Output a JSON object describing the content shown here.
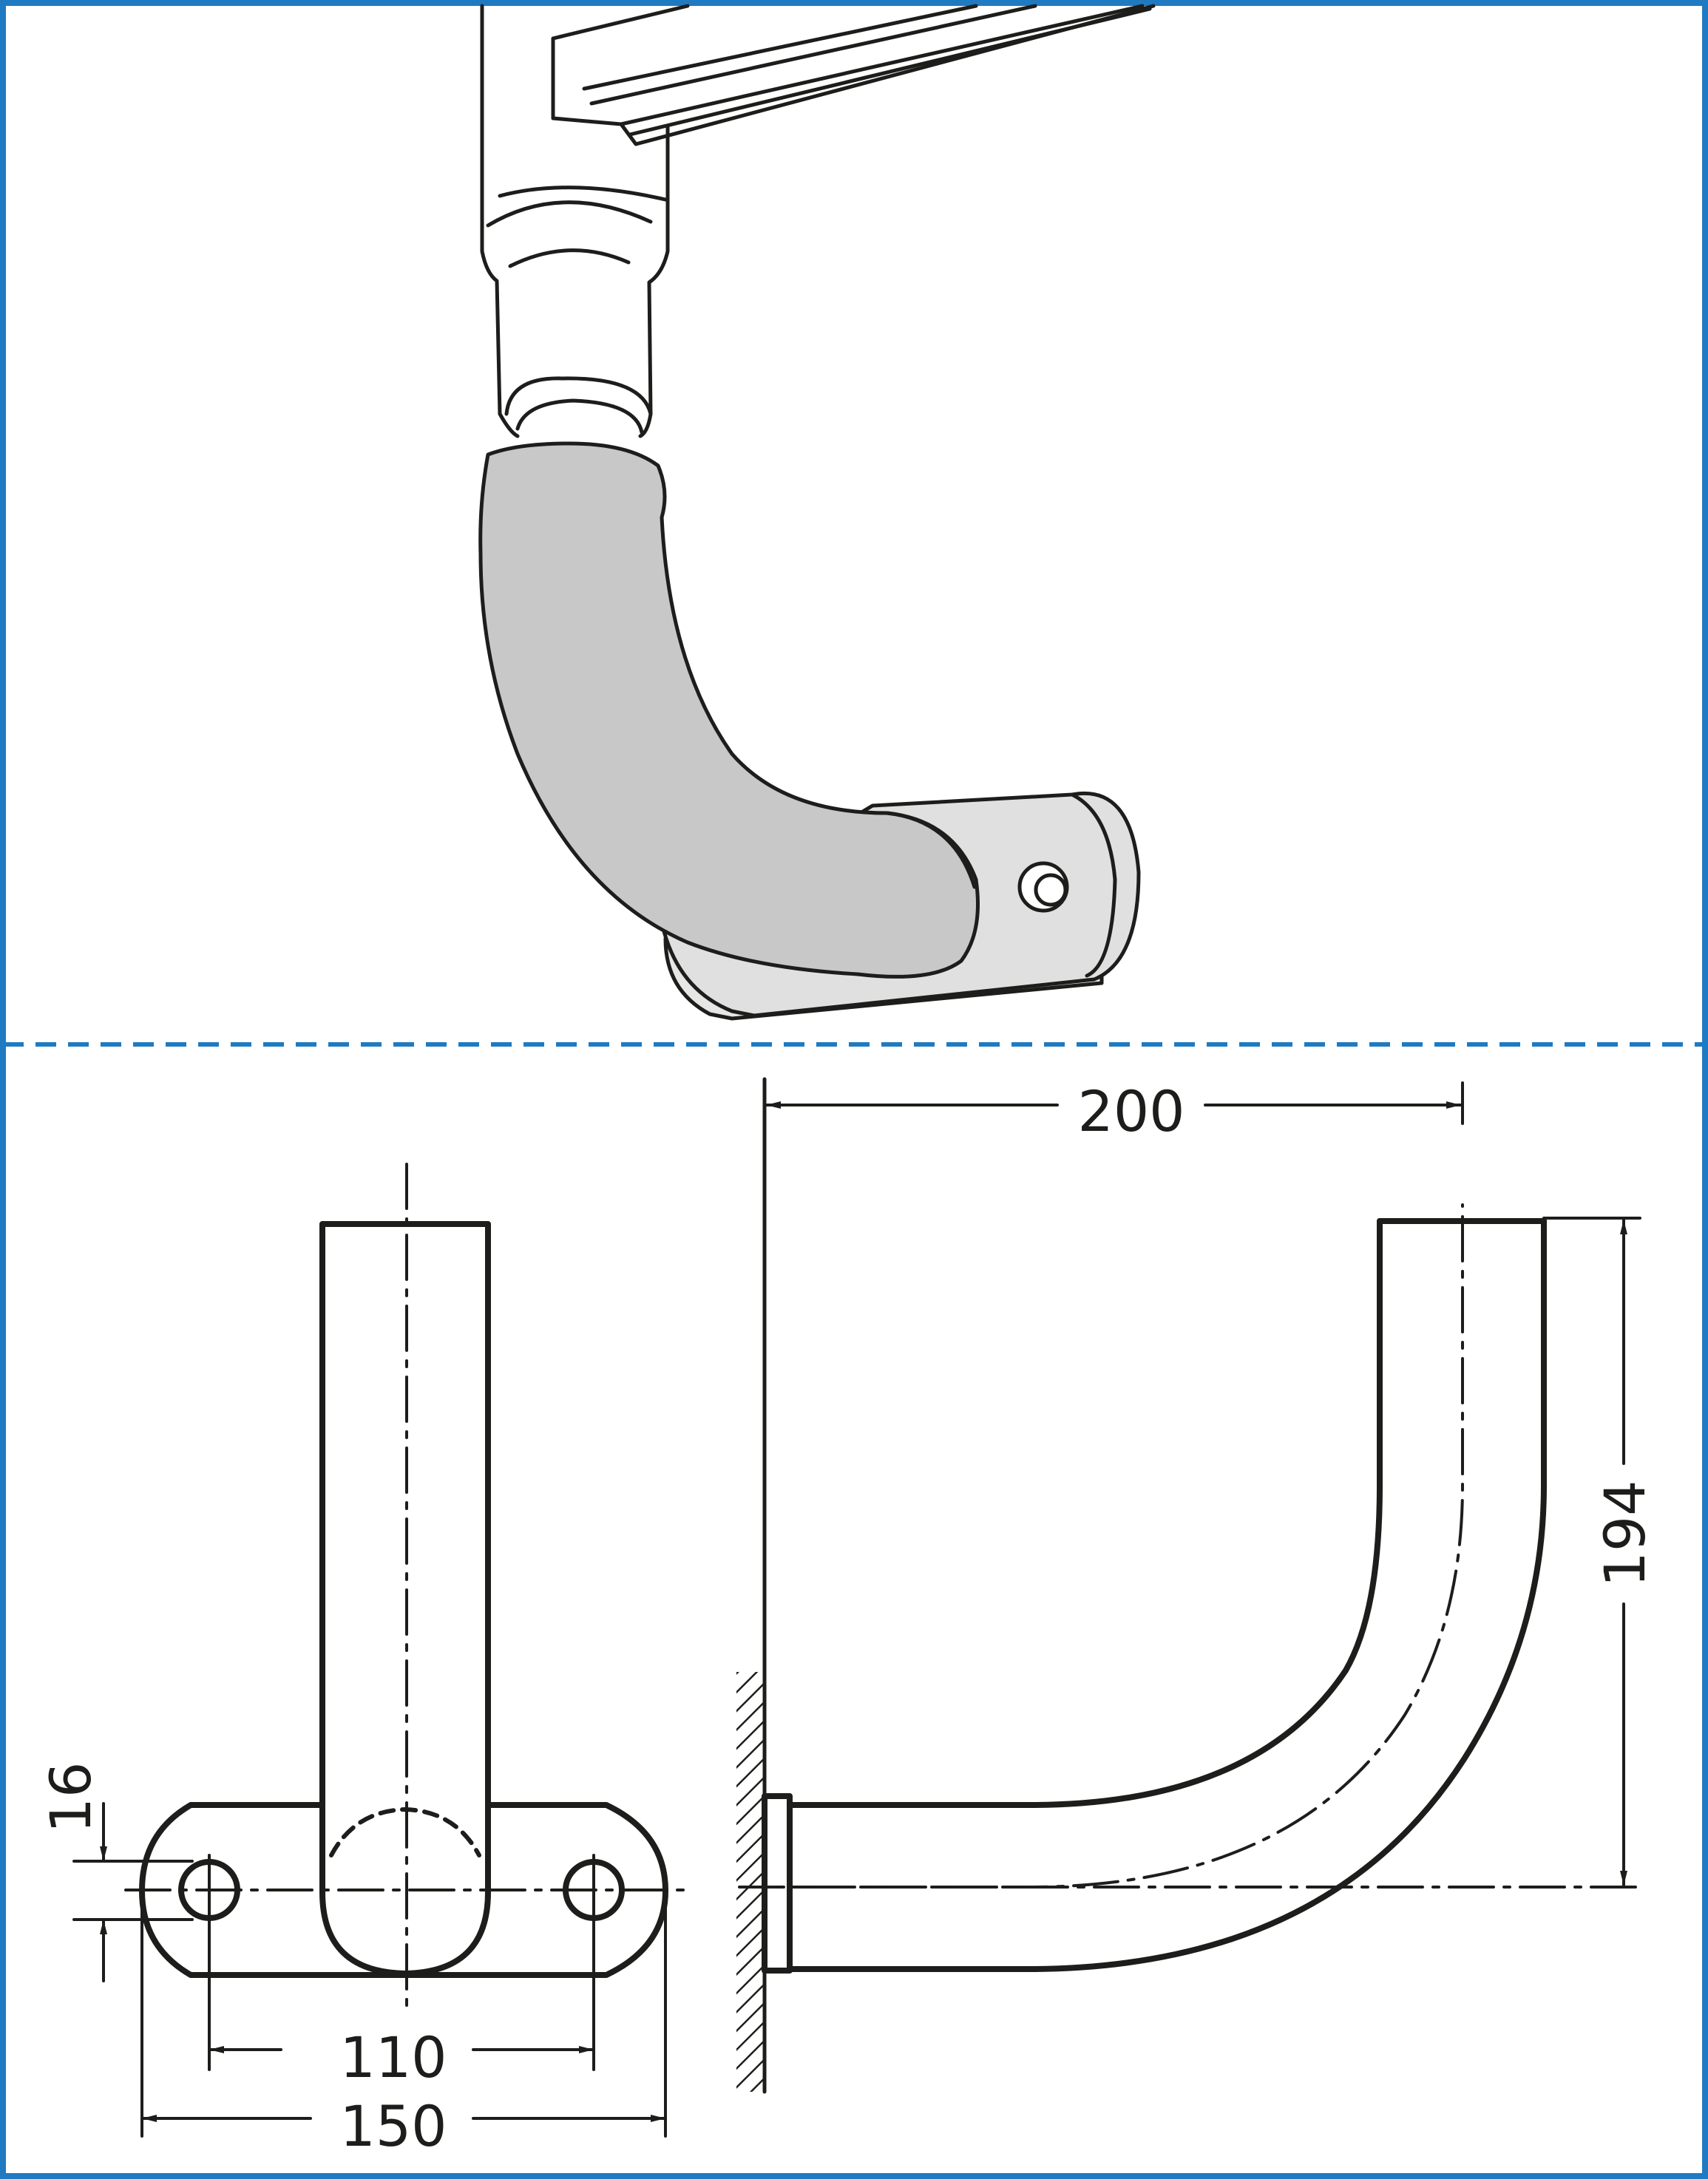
{
  "colors": {
    "frame": "#1f7ac2",
    "ink": "#1d1d1b",
    "part_fill": "#c8c8c8",
    "background": "#ffffff"
  },
  "dimensions": {
    "base_thickness": "16",
    "hole_spacing": "110",
    "base_length": "150",
    "projection": "200",
    "height": "194"
  }
}
